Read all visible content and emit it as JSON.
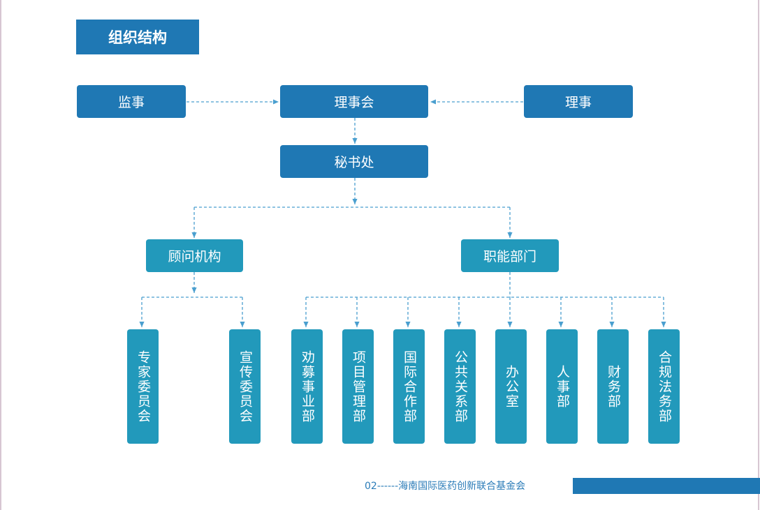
{
  "page": {
    "title": "组织结构",
    "accent_color": "#1f78b4",
    "secondary_color": "#2299bb",
    "connector_color": "#4a9fcf"
  },
  "nodes": {
    "supervisor": "监事",
    "board": "理事会",
    "director": "理事",
    "secretariat": "秘书处",
    "advisory": "顾问机构",
    "functional": "职能部门",
    "expert_committee": "专家委员会",
    "publicity_committee": "宣传委员会",
    "fundraising": "劝募事业部",
    "project_mgmt": "项目管理部",
    "intl_coop": "国际合作部",
    "public_relations": "公共关系部",
    "office": "办公室",
    "hr": "人事部",
    "finance": "财务部",
    "compliance": "合规法务部"
  },
  "footer": {
    "text": "02------海南国际医药创新联合基金会"
  }
}
